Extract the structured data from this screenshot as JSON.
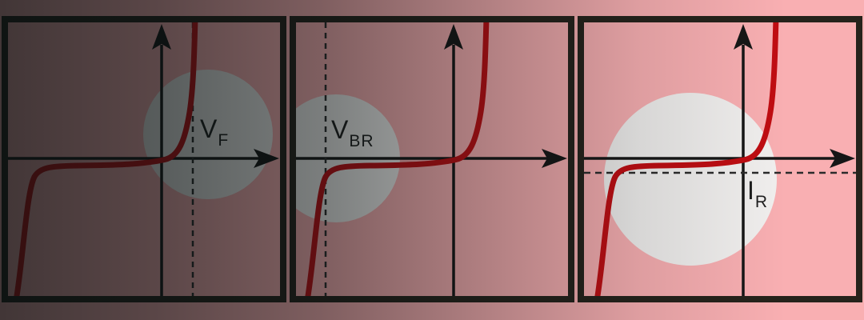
{
  "figure": {
    "subject": "diode-iv-characteristic-three-panels"
  },
  "colors": {
    "background_pink": "#f9afb2",
    "overlay_dark": "#081010",
    "panel_border": "#26221b",
    "axis": "#161616",
    "dashed_guide": "#2b2b2b",
    "curve_red": "#c00d12",
    "circle_fill": "#f1efee",
    "label_text": "#1e1e1e"
  },
  "panels": [
    {
      "name": "forward-voltage",
      "label": {
        "main": "V",
        "sub": "F"
      }
    },
    {
      "name": "breakdown-voltage",
      "label": {
        "main": "V",
        "sub": "BR"
      }
    },
    {
      "name": "reverse-current",
      "label": {
        "main": "I",
        "sub": "R"
      }
    }
  ]
}
